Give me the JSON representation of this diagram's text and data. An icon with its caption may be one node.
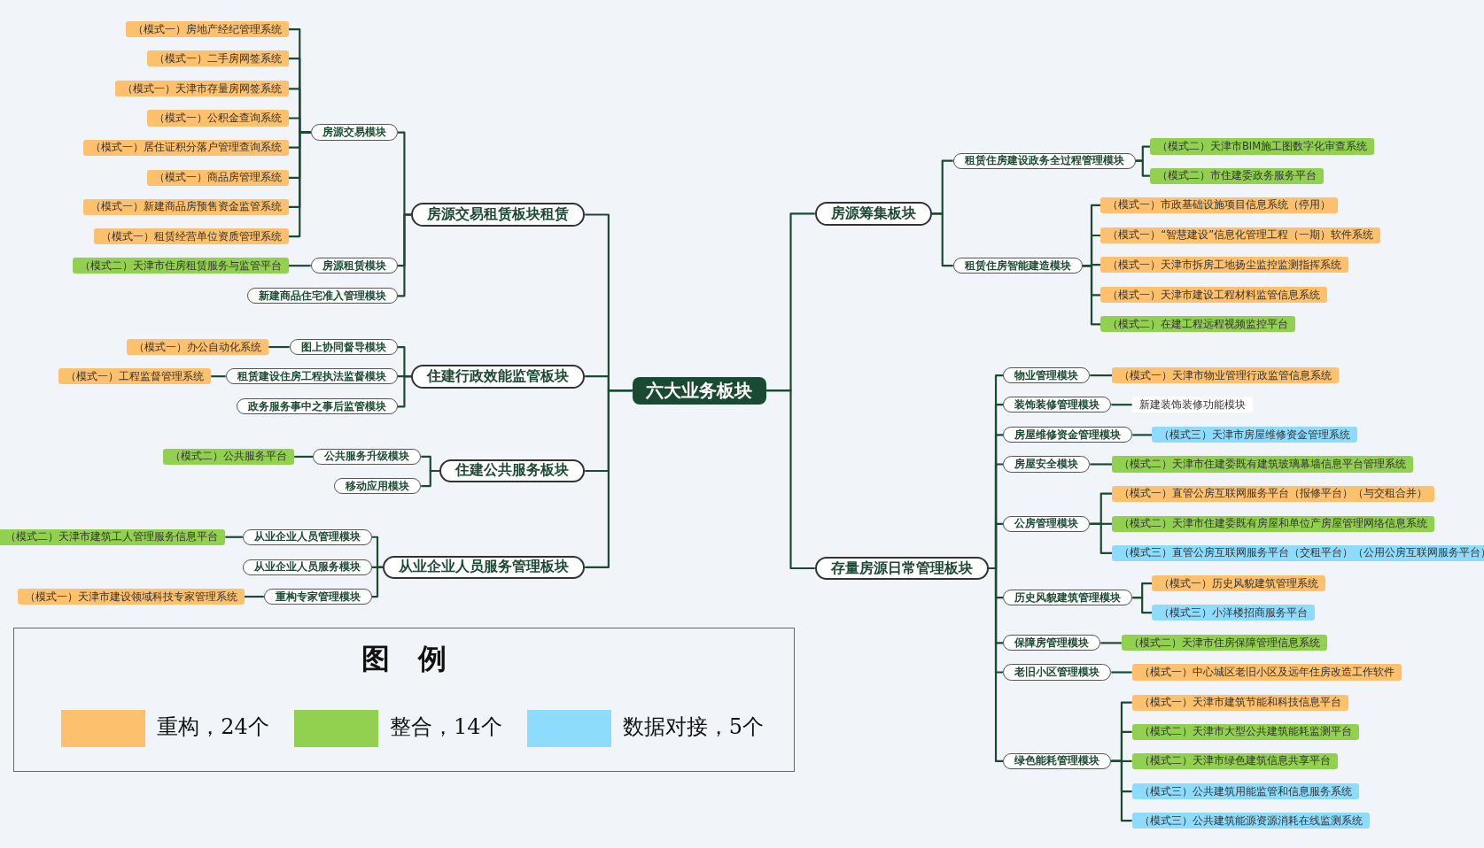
{
  "diagram": {
    "nodes": [
      {
        "text": [
          "六大业务板块"
        ]
      },
      {
        "text": [
          "房源交易租赁板块租赁"
        ]
      },
      {
        "text": [
          "房源交易模块"
        ]
      },
      {
        "text": [
          "（模式一）房地产经纪管理系统"
        ]
      },
      {
        "text": [
          "（模式一）二手房网签系统"
        ]
      },
      {
        "text": [
          "（模式一）天津市存量房网签系统"
        ]
      },
      {
        "text": [
          "（模式一）公积金查询系统"
        ]
      },
      {
        "text": [
          "（模式一）居住证积分落户管理查询系统"
        ]
      },
      {
        "text": [
          "（模式一）商品房管理系统"
        ]
      },
      {
        "text": [
          "（模式一）新建商品房预售资金监管系统"
        ]
      },
      {
        "text": [
          "（模式一）租赁经营单位资质管理系统"
        ]
      },
      {
        "text": [
          "房源租赁模块"
        ]
      },
      {
        "text": [
          "（模式二）天津市住房租赁服务与监管平台"
        ]
      },
      {
        "text": [
          "新建商品住宅准入管理模块"
        ]
      },
      {
        "text": [
          "住建行政效能监管板块"
        ]
      },
      {
        "text": [
          "图上协同督导模块"
        ]
      },
      {
        "text": [
          "（模式一）办公自动化系统"
        ]
      },
      {
        "text": [
          "租赁建设住房工程执法监督模块"
        ]
      },
      {
        "text": [
          "（模式一）工程监督管理系统"
        ]
      },
      {
        "text": [
          "政务服务事中之事后监管模块"
        ]
      },
      {
        "text": [
          "住建公共服务板块"
        ]
      },
      {
        "text": [
          "公共服务升级模块"
        ]
      },
      {
        "text": [
          "（模式二）公共服务平台"
        ]
      },
      {
        "text": [
          "移动应用模块"
        ]
      },
      {
        "text": [
          "从业企业人员服务管理板块"
        ]
      },
      {
        "text": [
          "从业企业人员管理模块"
        ]
      },
      {
        "text": [
          "（模式二）天津市建筑工人管理服务信息平台"
        ]
      },
      {
        "text": [
          "从业企业人员服务模块"
        ]
      },
      {
        "text": [
          "重构专家管理模块"
        ]
      },
      {
        "text": [
          "（模式一）天津市建设领域科技专家管理系统"
        ]
      },
      {
        "text": [
          "房源筹集板块"
        ]
      },
      {
        "text": [
          "租赁住房建设政务全过程管理模块"
        ]
      },
      {
        "text": [
          "（模式二）天津市BIM施工图数字化审查系统"
        ]
      },
      {
        "text": [
          "（模式二）市住建委政务服务平台"
        ]
      },
      {
        "text": [
          "租赁住房智能建造模块"
        ]
      },
      {
        "text": [
          "（模式一）市政基础设施项目信息系统（停用）"
        ]
      },
      {
        "text": [
          "（模式一）“智慧建设”信息化管理工程（一期）软件系统"
        ]
      },
      {
        "text": [
          "（模式一）天津市拆房工地扬尘监控监测指挥系统"
        ]
      },
      {
        "text": [
          "（模式一）天津市建设工程材料监管信息系统"
        ]
      },
      {
        "text": [
          "（模式二）在建工程远程视频监控平台"
        ]
      },
      {
        "text": [
          "存量房源日常管理板块"
        ]
      },
      {
        "text": [
          "物业管理模块"
        ]
      },
      {
        "text": [
          "（模式一）天津市物业管理行政监管信息系统"
        ]
      },
      {
        "text": [
          "装饰装修管理模块"
        ]
      },
      {
        "text": [
          "新建装饰装修功能模块"
        ]
      },
      {
        "text": [
          "房屋维修资金管理模块"
        ]
      },
      {
        "text": [
          "（模式三）天津市房屋维修资金管理系统"
        ]
      },
      {
        "text": [
          "房屋安全模块"
        ]
      },
      {
        "text": [
          "（模式二）天津市住建委既有建筑玻璃幕墙信息平台管理系统"
        ]
      },
      {
        "text": [
          "公房管理模块"
        ]
      },
      {
        "text": [
          "（模式一）直管公房互联网服务平台（报修平台）（与交租合并）"
        ]
      },
      {
        "text": [
          "（模式二）天津市住建委既有房屋和单位产房屋管理网络信息系统"
        ]
      },
      {
        "text": [
          "（模式三）直管公房互联网服务平台（交租平台）（公用公房互联网服务平台）"
        ]
      },
      {
        "text": [
          "历史风貌建筑管理模块"
        ]
      },
      {
        "text": [
          "（模式一）历史风貌建筑管理系统"
        ]
      },
      {
        "text": [
          "（模式三）小洋楼招商服务平台"
        ]
      },
      {
        "text": [
          "保障房管理模块"
        ]
      },
      {
        "text": [
          "（模式二）天津市住房保障管理信息系统"
        ]
      },
      {
        "text": [
          "老旧小区管理模块"
        ]
      },
      {
        "text": [
          "（模式一）中心城区老旧小区及远年住房改造工作软件"
        ]
      },
      {
        "text": [
          "绿色能耗管理模块"
        ]
      },
      {
        "text": [
          "（模式一）天津市建筑节能和科技信息平台"
        ]
      },
      {
        "text": [
          "（模式二）天津市大型公共建筑能耗监测平台"
        ]
      },
      {
        "text": [
          "（模式二）天津市绿色建筑信息共享平台"
        ]
      },
      {
        "text": [
          "（模式三）公共建筑用能监管和信息服务系统"
        ]
      },
      {
        "text": [
          "（模式三）公共建筑能源资源消耗在线监测系统"
        ]
      }
    ],
    "edges": [
      {
        "from": 0,
        "to": 1,
        "arrow": "none"
      },
      {
        "from": 0,
        "to": 14,
        "arrow": "none"
      },
      {
        "from": 0,
        "to": 20,
        "arrow": "none"
      },
      {
        "from": 0,
        "to": 24,
        "arrow": "none"
      },
      {
        "from": 0,
        "to": 30,
        "arrow": "none"
      },
      {
        "from": 0,
        "to": 40,
        "arrow": "none"
      },
      {
        "from": 1,
        "to": 2,
        "arrow": "none"
      },
      {
        "from": 1,
        "to": 11,
        "arrow": "none"
      },
      {
        "from": 1,
        "to": 13,
        "arrow": "none"
      },
      {
        "from": 2,
        "to": 3,
        "arrow": "none"
      },
      {
        "from": 2,
        "to": 4,
        "arrow": "none"
      },
      {
        "from": 2,
        "to": 5,
        "arrow": "none"
      },
      {
        "from": 2,
        "to": 6,
        "arrow": "none"
      },
      {
        "from": 2,
        "to": 7,
        "arrow": "none"
      },
      {
        "from": 2,
        "to": 8,
        "arrow": "none"
      },
      {
        "from": 2,
        "to": 9,
        "arrow": "none"
      },
      {
        "from": 2,
        "to": 10,
        "arrow": "none"
      },
      {
        "from": 11,
        "to": 12,
        "arrow": "none"
      },
      {
        "from": 14,
        "to": 15,
        "arrow": "none"
      },
      {
        "from": 14,
        "to": 17,
        "arrow": "none"
      },
      {
        "from": 14,
        "to": 19,
        "arrow": "none"
      },
      {
        "from": 15,
        "to": 16,
        "arrow": "none"
      },
      {
        "from": 17,
        "to": 18,
        "arrow": "none"
      },
      {
        "from": 20,
        "to": 21,
        "arrow": "none"
      },
      {
        "from": 20,
        "to": 23,
        "arrow": "none"
      },
      {
        "from": 21,
        "to": 22,
        "arrow": "none"
      },
      {
        "from": 24,
        "to": 25,
        "arrow": "none"
      },
      {
        "from": 24,
        "to": 27,
        "arrow": "none"
      },
      {
        "from": 24,
        "to": 28,
        "arrow": "none"
      },
      {
        "from": 25,
        "to": 26,
        "arrow": "none"
      },
      {
        "from": 28,
        "to": 29,
        "arrow": "none"
      },
      {
        "from": 30,
        "to": 31,
        "arrow": "none"
      },
      {
        "from": 30,
        "to": 34,
        "arrow": "none"
      },
      {
        "from": 31,
        "to": 32,
        "arrow": "none"
      },
      {
        "from": 31,
        "to": 33,
        "arrow": "none"
      },
      {
        "from": 34,
        "to": 35,
        "arrow": "none"
      },
      {
        "from": 34,
        "to": 36,
        "arrow": "none"
      },
      {
        "from": 34,
        "to": 37,
        "arrow": "none"
      },
      {
        "from": 34,
        "to": 38,
        "arrow": "none"
      },
      {
        "from": 34,
        "to": 39,
        "arrow": "none"
      },
      {
        "from": 40,
        "to": 41,
        "arrow": "none"
      },
      {
        "from": 40,
        "to": 43,
        "arrow": "none"
      },
      {
        "from": 40,
        "to": 45,
        "arrow": "none"
      },
      {
        "from": 40,
        "to": 47,
        "arrow": "none"
      },
      {
        "from": 40,
        "to": 49,
        "arrow": "none"
      },
      {
        "from": 40,
        "to": 53,
        "arrow": "none"
      },
      {
        "from": 40,
        "to": 56,
        "arrow": "none"
      },
      {
        "from": 40,
        "to": 58,
        "arrow": "none"
      },
      {
        "from": 40,
        "to": 60,
        "arrow": "none"
      },
      {
        "from": 41,
        "to": 42,
        "arrow": "none"
      },
      {
        "from": 43,
        "to": 44,
        "arrow": "none"
      },
      {
        "from": 45,
        "to": 46,
        "arrow": "none"
      },
      {
        "from": 47,
        "to": 48,
        "arrow": "none"
      },
      {
        "from": 49,
        "to": 50,
        "arrow": "none"
      },
      {
        "from": 49,
        "to": 51,
        "arrow": "none"
      },
      {
        "from": 49,
        "to": 52,
        "arrow": "none"
      },
      {
        "from": 53,
        "to": 54,
        "arrow": "none"
      },
      {
        "from": 53,
        "to": 55,
        "arrow": "none"
      },
      {
        "from": 56,
        "to": 57,
        "arrow": "none"
      },
      {
        "from": 58,
        "to": 59,
        "arrow": "none"
      },
      {
        "from": 60,
        "to": 61,
        "arrow": "none"
      },
      {
        "from": 60,
        "to": 62,
        "arrow": "none"
      },
      {
        "from": 60,
        "to": 63,
        "arrow": "none"
      },
      {
        "from": 60,
        "to": 64,
        "arrow": "none"
      },
      {
        "from": 60,
        "to": 65,
        "arrow": "none"
      }
    ],
    "labels": [
      "图例"
    ],
    "legend": [
      {
        "text": "重构，24个",
        "color": "#fdc06c"
      },
      {
        "text": "整合，14个",
        "color": "#92d050"
      },
      {
        "text": "数据对接，5个",
        "color": "#8ddcfd"
      }
    ]
  }
}
